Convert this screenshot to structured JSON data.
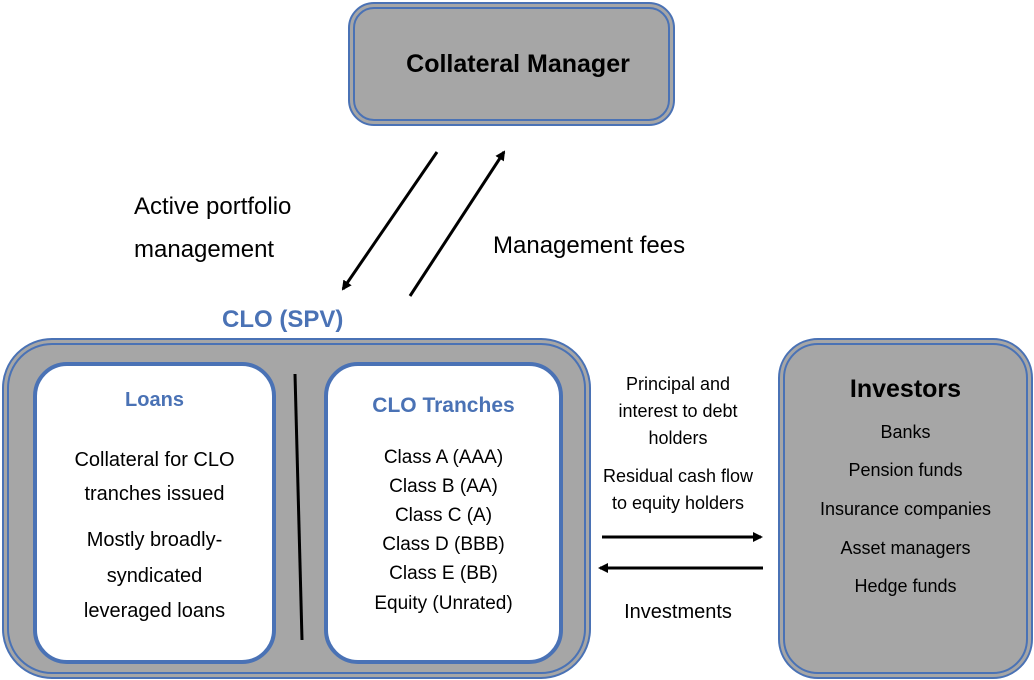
{
  "collateral_manager": {
    "title": "Collateral Manager"
  },
  "flows_top": {
    "active_management": [
      "Active portfolio",
      "management"
    ],
    "management_fees": "Management fees"
  },
  "clo": {
    "title": "CLO (SPV)",
    "loans": {
      "title": "Loans",
      "lines": [
        "Collateral for CLO",
        "tranches issued",
        "Mostly broadly-",
        "syndicated",
        "leveraged  loans"
      ]
    },
    "tranches": {
      "title": "CLO Tranches",
      "items": [
        "Class A (AAA)",
        "Class B (AA)",
        "Class C (A)",
        "Class D (BBB)",
        "Class E (BB)",
        "Equity (Unrated)"
      ]
    }
  },
  "flows_right": {
    "principal": [
      "Principal and",
      "interest to debt",
      "holders"
    ],
    "residual": [
      "Residual cash flow",
      "to equity holders"
    ],
    "investments": "Investments"
  },
  "investors": {
    "title": "Investors",
    "items": [
      "Banks",
      "Pension funds",
      "Insurance companies",
      "Asset managers",
      "Hedge funds"
    ]
  },
  "colors": {
    "accent": "#4a72b5",
    "box_fill": "#a6a6a6"
  }
}
